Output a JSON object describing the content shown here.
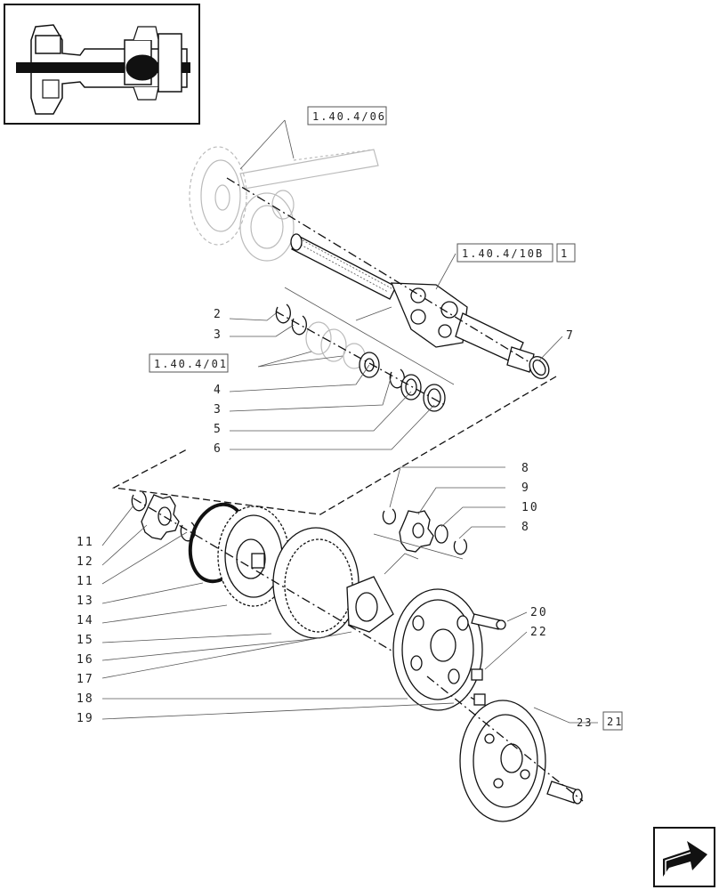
{
  "diagram": {
    "refs": [
      {
        "id": "ref-1-40-4-06",
        "text": "1.40.4/06"
      },
      {
        "id": "ref-1-40-4-10b",
        "text": "1.40.4/10B",
        "sub": "1"
      },
      {
        "id": "ref-1-40-4-01",
        "text": "1.40.4/01"
      },
      {
        "id": "ref-23-21",
        "text": "23",
        "sub": "21"
      }
    ],
    "callouts": {
      "c2": "2",
      "c3a": "3",
      "c4": "4",
      "c3b": "3",
      "c5": "5",
      "c6": "6",
      "c7": "7",
      "c8a": "8",
      "c9": "9",
      "c10": "10",
      "c8b": "8",
      "c11a": "11",
      "c12": "12",
      "c11b": "11",
      "c13": "13",
      "c14": "14",
      "c15": "15",
      "c16": "16",
      "c17": "17",
      "c18": "18",
      "c19": "19",
      "c20": "20",
      "c22": "22"
    },
    "nav": {
      "icon": "next-page-arrow-icon"
    }
  }
}
